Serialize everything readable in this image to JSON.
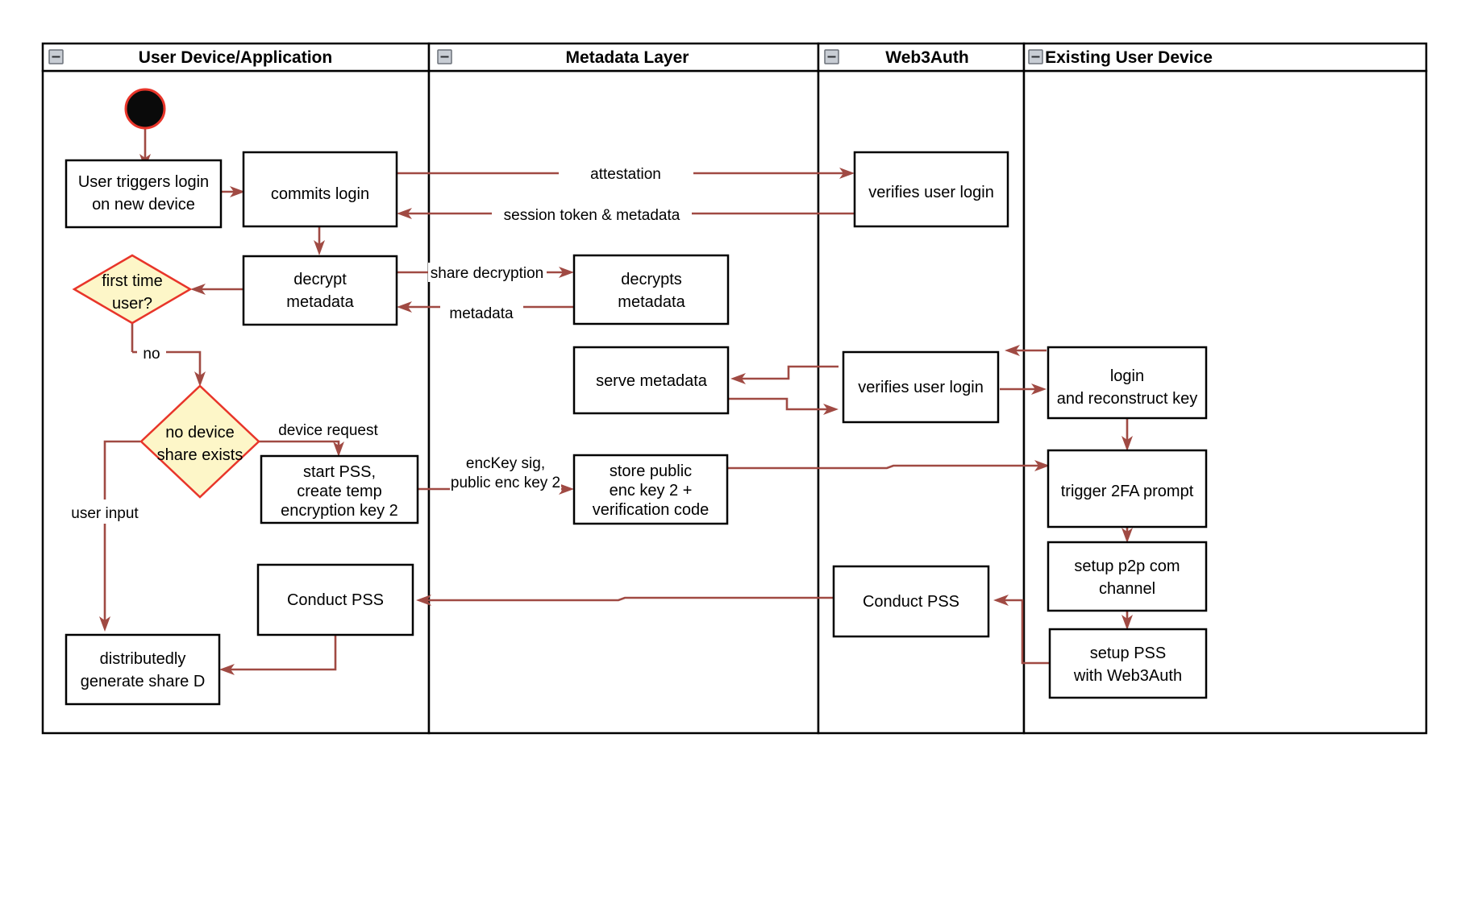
{
  "diagram": {
    "title": "Web3Auth new-device login activity diagram",
    "type": "swimlane-activity-diagram",
    "colors": {
      "lane_border": "#000000",
      "node_border": "#000000",
      "node_fill": "#ffffff",
      "decision_fill": "#fdf6c8",
      "decision_border": "#e8352a",
      "flow_arrow": "#a04a43",
      "start_node_fill": "#0a0a0a",
      "start_node_border": "#e8352a",
      "background": "#ffffff"
    },
    "lanes": [
      {
        "id": "user-device",
        "label": "User Device/Application",
        "collapse_icon": "minus-collapse-icon"
      },
      {
        "id": "metadata-layer",
        "label": "Metadata Layer",
        "collapse_icon": "minus-collapse-icon"
      },
      {
        "id": "web3auth",
        "label": "Web3Auth",
        "collapse_icon": "minus-collapse-icon"
      },
      {
        "id": "existing-user-device",
        "label": "Existing User Device",
        "collapse_icon": "minus-collapse-icon"
      }
    ],
    "nodes": [
      {
        "id": "start",
        "lane": "user-device",
        "shape": "start-circle",
        "label": ""
      },
      {
        "id": "user-triggers-login",
        "lane": "user-device",
        "shape": "rect",
        "label_lines": [
          "User triggers login",
          "on new device"
        ]
      },
      {
        "id": "commits-login",
        "lane": "user-device",
        "shape": "rect",
        "label_lines": [
          "commits login"
        ]
      },
      {
        "id": "decrypt-metadata",
        "lane": "user-device",
        "shape": "rect",
        "label_lines": [
          "decrypt",
          "metadata"
        ]
      },
      {
        "id": "first-time-user",
        "lane": "user-device",
        "shape": "diamond",
        "label_lines": [
          "first time",
          "user?"
        ]
      },
      {
        "id": "no-device-share-exists",
        "lane": "user-device",
        "shape": "diamond",
        "label_lines": [
          "no device",
          "share exists"
        ]
      },
      {
        "id": "start-pss-create-temp-key",
        "lane": "user-device",
        "shape": "rect",
        "label_lines": [
          "start PSS,",
          "create temp",
          "encryption key 2"
        ]
      },
      {
        "id": "conduct-pss-user",
        "lane": "user-device",
        "shape": "rect",
        "label_lines": [
          "Conduct PSS"
        ]
      },
      {
        "id": "distributedly-generate-share-d",
        "lane": "user-device",
        "shape": "rect",
        "label_lines": [
          "distributedly",
          "generate share D"
        ]
      },
      {
        "id": "decrypts-metadata",
        "lane": "metadata-layer",
        "shape": "rect",
        "label_lines": [
          "decrypts",
          "metadata"
        ]
      },
      {
        "id": "serve-metadata",
        "lane": "metadata-layer",
        "shape": "rect",
        "label_lines": [
          "serve metadata"
        ]
      },
      {
        "id": "store-public-enc-key-2",
        "lane": "metadata-layer",
        "shape": "rect",
        "label_lines": [
          "store public",
          "enc key 2 +",
          "verification code"
        ]
      },
      {
        "id": "verifies-user-login-1",
        "lane": "web3auth",
        "shape": "rect",
        "label_lines": [
          "verifies user login"
        ]
      },
      {
        "id": "verifies-user-login-2",
        "lane": "web3auth",
        "shape": "rect",
        "label_lines": [
          "verifies user login"
        ]
      },
      {
        "id": "conduct-pss-web3auth",
        "lane": "web3auth",
        "shape": "rect",
        "label_lines": [
          "Conduct PSS"
        ]
      },
      {
        "id": "login-and-reconstruct-key",
        "lane": "existing-user-device",
        "shape": "rect",
        "label_lines": [
          "login",
          "and reconstruct key"
        ]
      },
      {
        "id": "trigger-2fa-prompt",
        "lane": "existing-user-device",
        "shape": "rect",
        "label_lines": [
          "trigger 2FA prompt"
        ]
      },
      {
        "id": "setup-p2p-com-channel",
        "lane": "existing-user-device",
        "shape": "rect",
        "label_lines": [
          "setup p2p com",
          "channel"
        ]
      },
      {
        "id": "setup-pss-with-web3auth",
        "lane": "existing-user-device",
        "shape": "rect",
        "label_lines": [
          "setup PSS",
          "with Web3Auth"
        ]
      }
    ],
    "edge_labels": [
      {
        "id": "attestation",
        "text": "attestation"
      },
      {
        "id": "session-token-metadata",
        "text": "session token & metadata"
      },
      {
        "id": "share-decryption",
        "text": "share decryption"
      },
      {
        "id": "metadata",
        "text": "metadata"
      },
      {
        "id": "no",
        "text": "no"
      },
      {
        "id": "device-request",
        "text": "device request"
      },
      {
        "id": "user-input",
        "text": "user input"
      },
      {
        "id": "enckey-sig-line1",
        "text": "encKey sig,"
      },
      {
        "id": "enckey-sig-line2",
        "text": "public enc key 2"
      }
    ]
  }
}
